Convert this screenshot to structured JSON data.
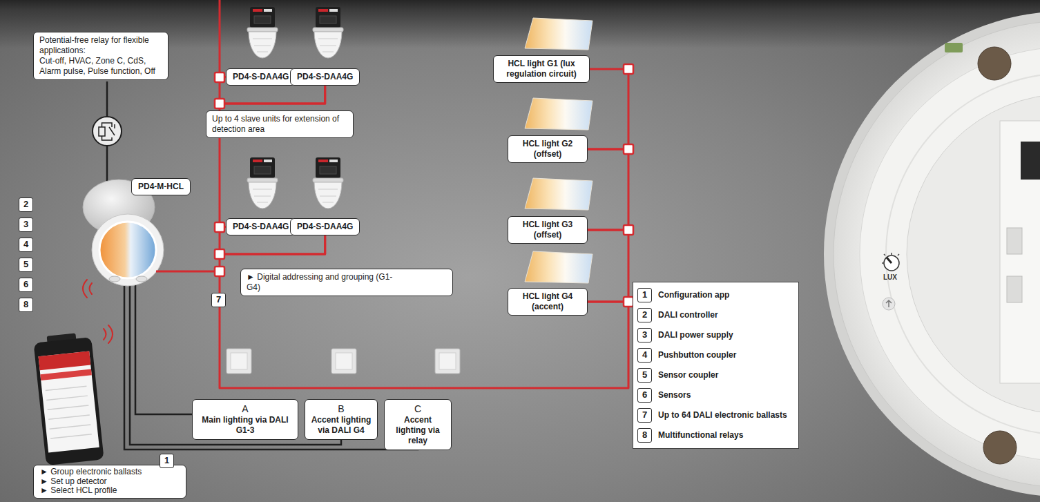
{
  "diagram": {
    "nodes": [
      {
        "text": [
          "Potential-free relay for flexible applications:",
          "Cut-off, HVAC, Zone C, CdS, Alarm pulse, Pulse function, Off"
        ]
      },
      {
        "text": [
          "PD4-S-DAA4G"
        ]
      },
      {
        "text": [
          "PD4-S-DAA4G"
        ]
      },
      {
        "text": [
          "HCL light G1 (lux regulation circuit)"
        ]
      },
      {
        "text": [
          "Up to 4 slave units for extension of detection area"
        ]
      },
      {
        "text": [
          "HCL light G2 (offset)"
        ]
      },
      {
        "text": [
          "2"
        ]
      },
      {
        "text": [
          "3"
        ]
      },
      {
        "text": [
          "PD4-M-HCL"
        ]
      },
      {
        "text": [
          "PD4-S-DAA4G"
        ]
      },
      {
        "text": [
          "PD4-S-DAA4G"
        ]
      },
      {
        "text": [
          "HCL light G3 (offset)"
        ]
      },
      {
        "text": [
          "4"
        ]
      },
      {
        "text": [
          "5"
        ]
      },
      {
        "text": [
          "6"
        ]
      },
      {
        "text": [
          "8"
        ]
      },
      {
        "text": [
          "7"
        ]
      },
      {
        "text": [
          "► Digital addressing and grouping (G1-G4)"
        ]
      },
      {
        "text": [
          "HCL light G4 (accent)"
        ]
      },
      {
        "text": [
          "Configuration app",
          "DALI controller",
          "DALI power supply",
          "Pushbutton coupler",
          "Sensor coupler",
          "Sensors",
          "Up to 64 DALI electronic ballasts",
          "Multifunctional relays"
        ]
      },
      {
        "text": [
          "1"
        ],
        "in": 19
      },
      {
        "text": [
          "2"
        ],
        "in": 19
      },
      {
        "text": [
          "3"
        ],
        "in": 19
      },
      {
        "text": [
          "4"
        ],
        "in": 19
      },
      {
        "text": [
          "5"
        ],
        "in": 19
      },
      {
        "text": [
          "6"
        ],
        "in": 19
      },
      {
        "text": [
          "7"
        ],
        "in": 19
      },
      {
        "text": [
          "8"
        ],
        "in": 19
      },
      {
        "text": [
          "A",
          "Main lighting via DALI G1-3"
        ]
      },
      {
        "text": [
          "B",
          "Accent lighting via DALI G4"
        ]
      },
      {
        "text": [
          "C",
          "Accent lighting via relay"
        ]
      },
      {
        "text": [
          "1"
        ]
      },
      {
        "text": [
          "► Group electronic ballasts",
          "► Set up detector",
          "► Select HCL profile"
        ]
      }
    ],
    "edges": [
      {
        "from": 1,
        "to": 2,
        "arrow": "none"
      },
      {
        "from": 2,
        "to": 9,
        "arrow": "none"
      },
      {
        "from": 9,
        "to": 10,
        "arrow": "none"
      },
      {
        "from": 10,
        "to": 18,
        "arrow": "none"
      },
      {
        "from": 18,
        "to": 11,
        "arrow": "none"
      },
      {
        "from": 11,
        "to": 5,
        "arrow": "none"
      },
      {
        "from": 5,
        "to": 3,
        "arrow": "none"
      }
    ],
    "labels": [
      "LUX"
    ]
  }
}
